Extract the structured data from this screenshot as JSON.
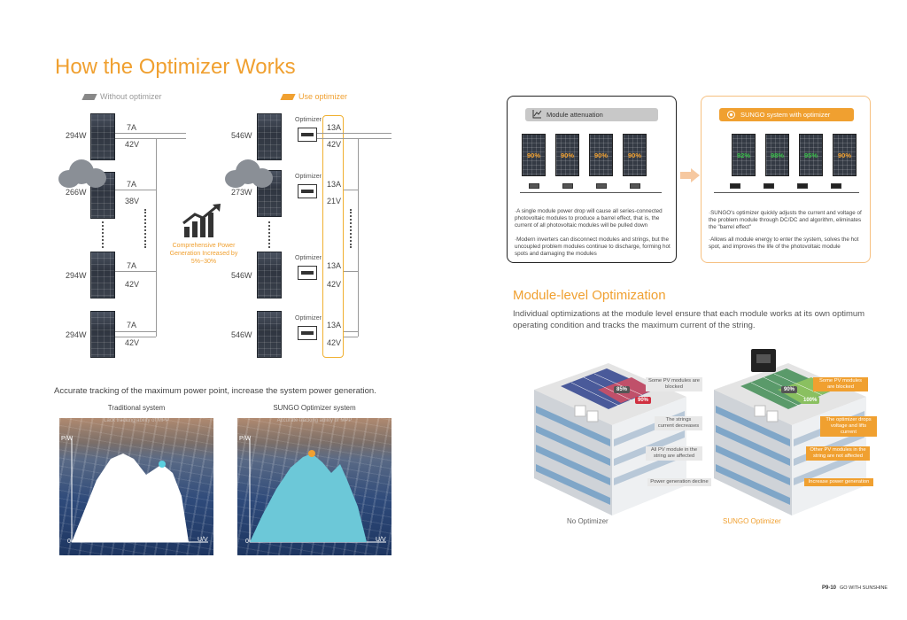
{
  "title": "How the Optimizer Works",
  "legend": {
    "without": "Without optimizer",
    "with": "Use optimizer",
    "without_color": "#888888",
    "with_color": "#f0a030"
  },
  "left_diagram": {
    "rows": [
      {
        "watt": "294W",
        "current": "7A",
        "voltage": "42V"
      },
      {
        "watt": "266W",
        "current": "7A",
        "voltage": "38V"
      },
      {
        "watt": "294W",
        "current": "7A",
        "voltage": "42V"
      },
      {
        "watt": "294W",
        "current": "7A",
        "voltage": "42V"
      }
    ]
  },
  "right_diagram": {
    "optimizer_label": "Optimizer",
    "rows": [
      {
        "watt": "546W",
        "current": "13A",
        "voltage": "42V"
      },
      {
        "watt": "273W",
        "current": "13A",
        "voltage": "21V"
      },
      {
        "watt": "546W",
        "current": "13A",
        "voltage": "42V"
      },
      {
        "watt": "546W",
        "current": "13A",
        "voltage": "42V"
      }
    ]
  },
  "center_caption": "Comprehensive Power Generation Increased by 5%~30%",
  "tracking_text": "Accurate tracking of the maximum power point, increase the system power generation.",
  "charts": {
    "left_title": "Traditional system",
    "right_title": "SUNGO Optimizer system",
    "y_label": "P/W",
    "x_label": "U/V",
    "origin": "0",
    "overlay_left": "Lack tracking ability of MPP",
    "overlay_right": "Accurate tracking ability of MPP"
  },
  "attenuation": {
    "header": "Module attenuation",
    "values": [
      "90%",
      "90%",
      "90%",
      "90%"
    ],
    "text1": "·A single module power drop will cause all series-connected photovoltaic modules to produce a barrel effect, that is, the current of all photovoltaic modules will be pulled down",
    "text2": "·Modern inverters can disconnect modules and strings, but the uncoupled problem modules continue to discharge, forming hot spots and damaging the modules"
  },
  "sungo_system": {
    "header": "SUNGO system with optimizer",
    "values": [
      "92%",
      "98%",
      "95%",
      "90%"
    ],
    "value_colors": [
      "#3ac04a",
      "#3ac04a",
      "#3ac04a",
      "#f0a030"
    ],
    "text1": "·SUNGO's optimizer quickly adjusts the current and voltage of the problem module through DC/DC and algorithm, eliminates the \"barrel effect\"",
    "text2": "·Allows all module energy to enter the system, solves the hot spot, and improves the life of the photovoltaic module"
  },
  "module_level": {
    "title": "Module-level Optimization",
    "body": "Individual optimizations at the module level ensure that each module works at its own optimum operating condition and tracks the maximum current of the string."
  },
  "buildings": {
    "left_label": "No Optimizer",
    "right_label": "SUNGO Optimizer",
    "left_tags": [
      "Some PV modules are blocked",
      "The strings current decreases",
      "All PV module in the string are affected",
      "Power generation decline"
    ],
    "left_badges": [
      "85%",
      "90%"
    ],
    "right_tags": [
      "Some PV modules are blocked",
      "The optimizer drops voltage and lifts current",
      "Other PV modules in the string are not affected",
      "Increase power generation"
    ],
    "right_badges": [
      "90%",
      "100%"
    ]
  },
  "footer": {
    "page": "P9-10",
    "brand": "GO WITH SUNSHINE"
  }
}
